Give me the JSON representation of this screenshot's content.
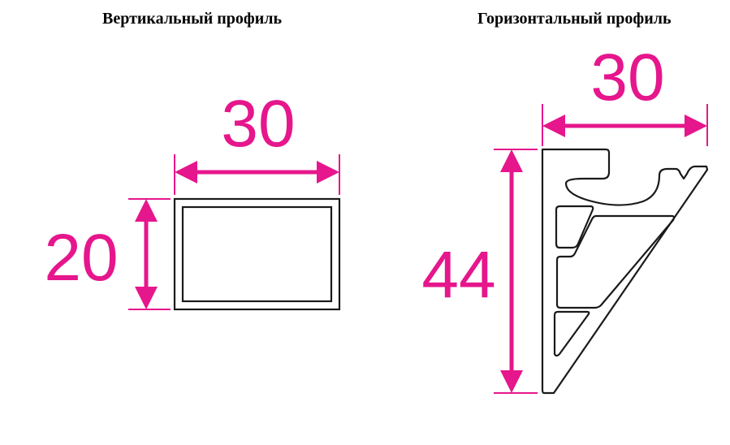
{
  "vertical_profile": {
    "title": "Вертикальный профиль",
    "width": "30",
    "height": "20"
  },
  "horizontal_profile": {
    "title": "Горизонтальный профиль",
    "width": "30",
    "height": "44"
  },
  "colors": {
    "dimension": "#e6168c",
    "outline": "#1a1a1a",
    "background": "#ffffff"
  }
}
